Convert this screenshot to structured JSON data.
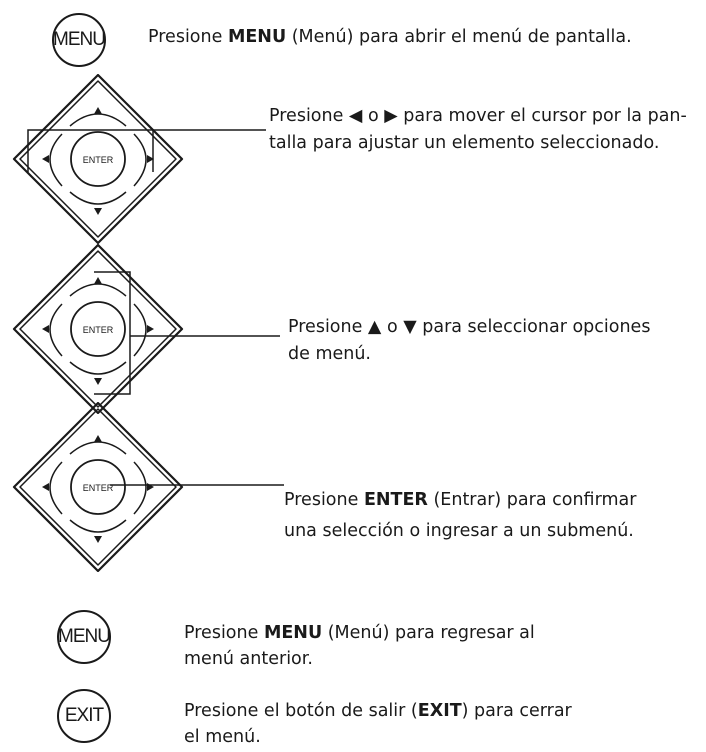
{
  "buttons": {
    "menu_label": "MENU",
    "enter_label": "ENTER",
    "exit_label": "EXIT"
  },
  "items": [
    {
      "pre": "Presione ",
      "bold": "MENU",
      "post": " (Menú) para abrir el menú de pantalla."
    },
    {
      "line1": "Presione ◀ o ▶ para mover el cursor por la pan-",
      "line2": "talla para ajustar un elemento seleccionado."
    },
    {
      "line1": "Presione ▲ o ▼ para seleccionar opciones",
      "line2": "de menú."
    },
    {
      "line1_pre": "Presione ",
      "line1_bold": "ENTER",
      "line1_post": " (Entrar) para confirmar",
      "line2": "una selección o ingresar a un submenú."
    },
    {
      "line1_pre": "Presione ",
      "line1_bold": "MENU",
      "line1_post": " (Menú) para regresar al",
      "line2": "menú anterior."
    },
    {
      "line1_pre": "Presione el botón de salir (",
      "line1_bold": "EXIT",
      "line1_post": ") para cerrar",
      "line2": "el menú."
    }
  ]
}
